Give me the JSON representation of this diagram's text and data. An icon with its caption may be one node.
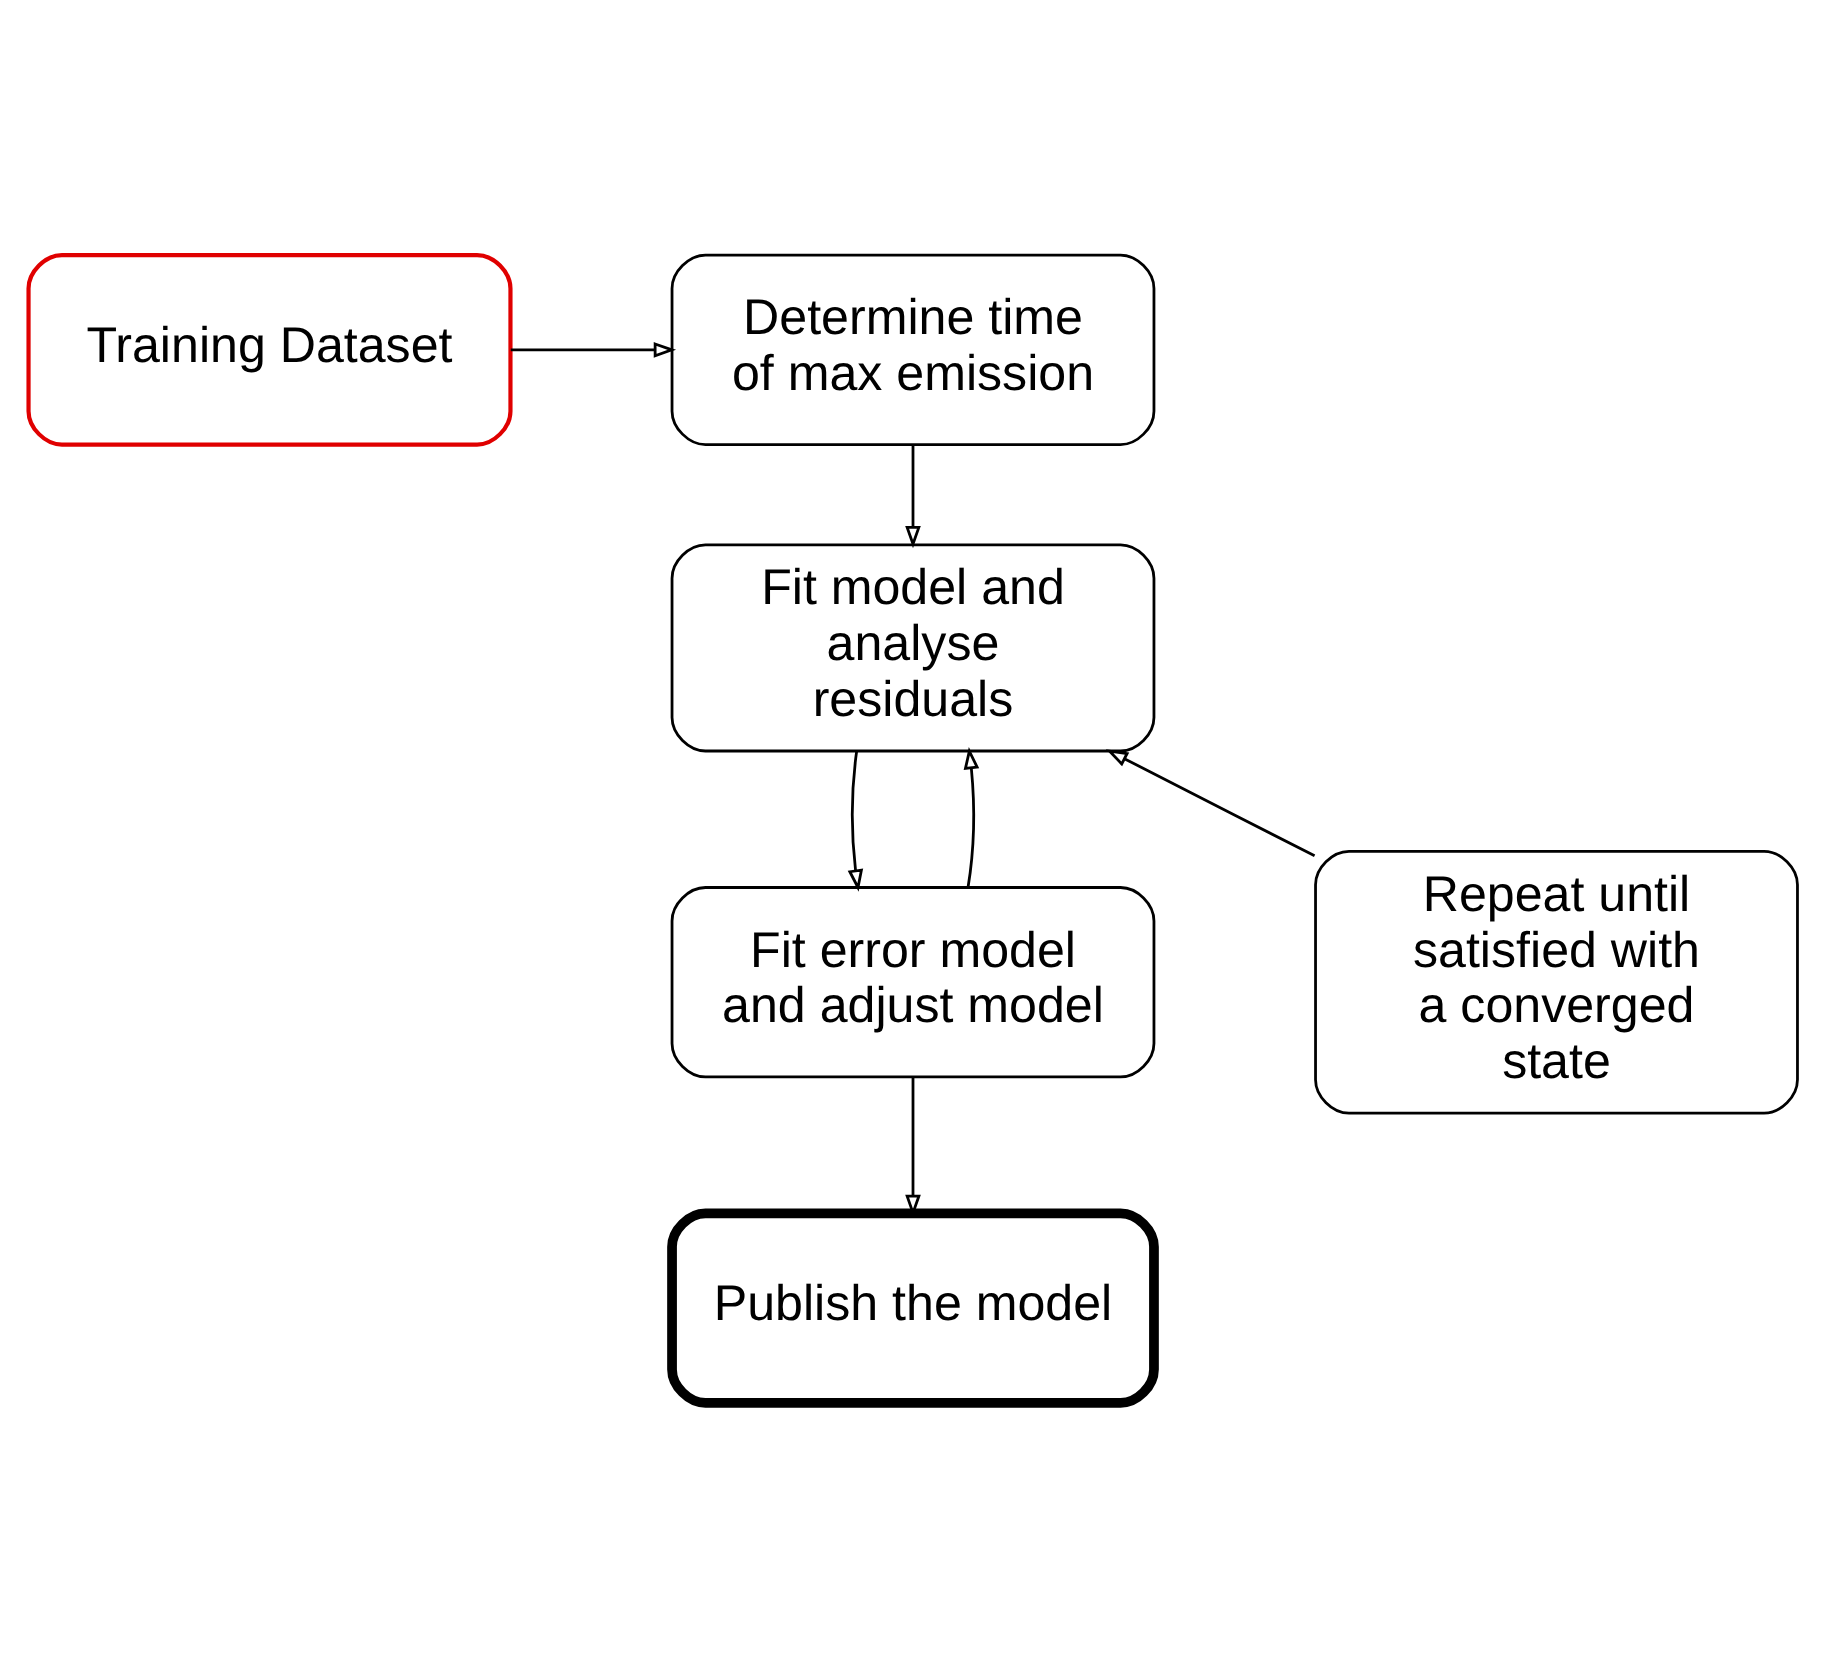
{
  "diagram": {
    "nodes": [
      {
        "text": [
          "Training Dataset"
        ]
      },
      {
        "text": [
          "Determine time of max emission"
        ]
      },
      {
        "text": [
          "Fit model and analyse residuals"
        ]
      },
      {
        "text": [
          "Repeat until satisfied with a converged state"
        ]
      },
      {
        "text": [
          "Fit error model and adjust model"
        ]
      },
      {
        "text": [
          "Publish the model"
        ]
      }
    ],
    "edges": [
      {
        "from": 0,
        "to": 1,
        "arrow": "to"
      },
      {
        "from": 1,
        "to": 2,
        "arrow": "to"
      },
      {
        "from": 2,
        "to": 4,
        "arrow": "to"
      },
      {
        "from": 4,
        "to": 5,
        "arrow": "to"
      },
      {
        "from": 4,
        "to": 2,
        "arrow": "to"
      },
      {
        "from": 3,
        "to": 2,
        "arrow": "to"
      }
    ]
  }
}
